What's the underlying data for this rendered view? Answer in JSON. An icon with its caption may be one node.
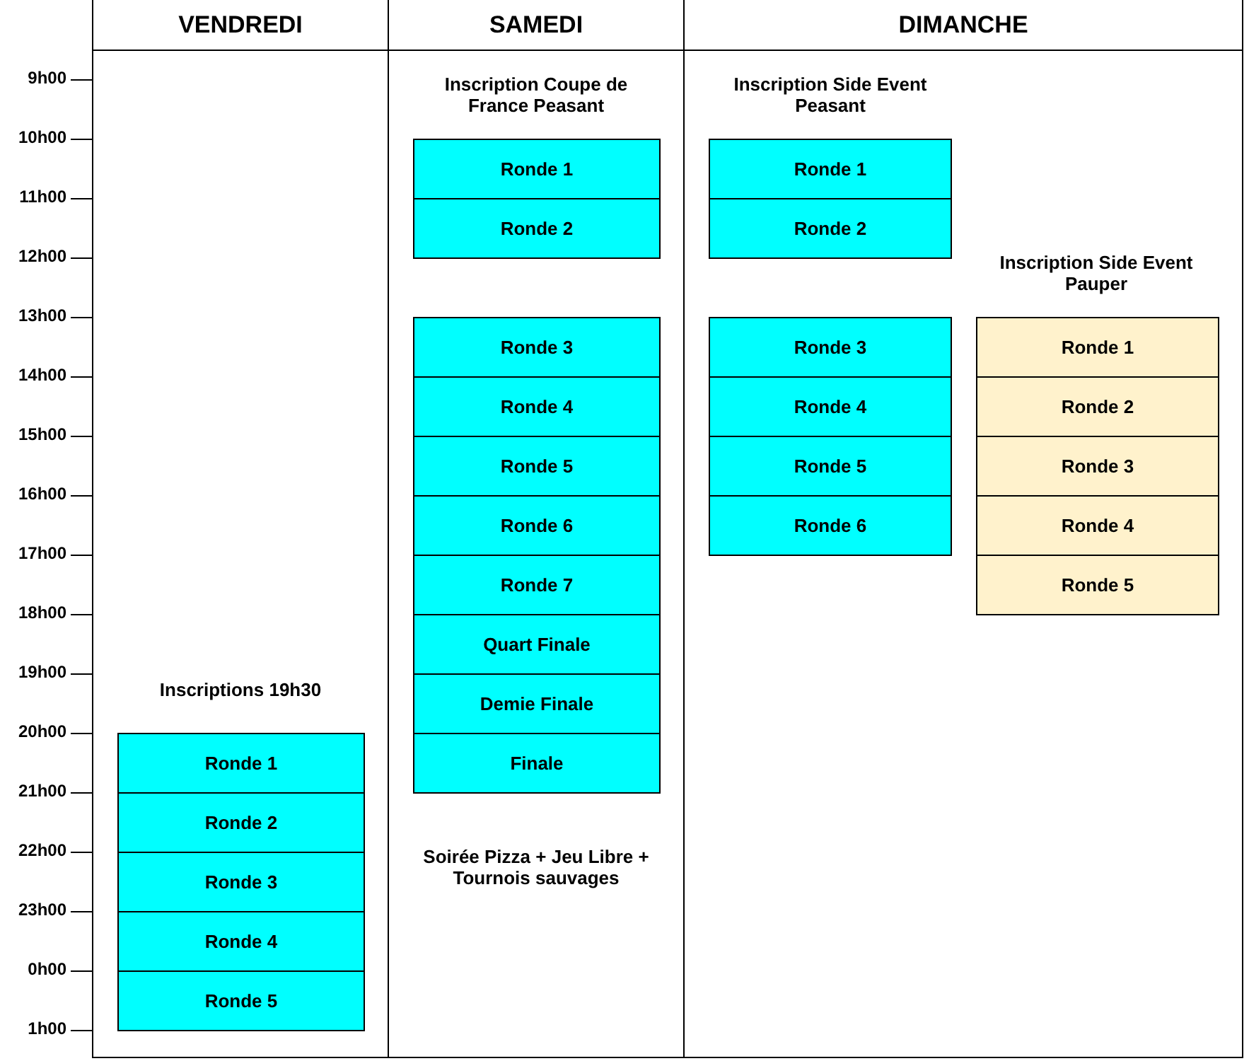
{
  "diagram": {
    "nodes": [
      {
        "text": [
          "VENDREDI"
        ]
      },
      {
        "text": [
          "SAMEDI"
        ]
      },
      {
        "text": [
          "DIMANCHE"
        ]
      },
      {
        "text": [
          "Ronde 1"
        ],
        "in": 0
      },
      {
        "text": [
          "Ronde 2"
        ],
        "in": 0
      },
      {
        "text": [
          "Ronde 3"
        ],
        "in": 0
      },
      {
        "text": [
          "Ronde 4"
        ],
        "in": 0
      },
      {
        "text": [
          "Ronde 5"
        ],
        "in": 0
      },
      {
        "text": [
          "Ronde 1"
        ],
        "in": 1
      },
      {
        "text": [
          "Ronde 2"
        ],
        "in": 1
      },
      {
        "text": [
          "Ronde 3"
        ],
        "in": 1
      },
      {
        "text": [
          "Ronde 4"
        ],
        "in": 1
      },
      {
        "text": [
          "Ronde 5"
        ],
        "in": 1
      },
      {
        "text": [
          "Ronde 6"
        ],
        "in": 1
      },
      {
        "text": [
          "Ronde 7"
        ],
        "in": 1
      },
      {
        "text": [
          "Quart Finale"
        ],
        "in": 1
      },
      {
        "text": [
          "Demie Finale"
        ],
        "in": 1
      },
      {
        "text": [
          "Finale"
        ],
        "in": 1
      },
      {
        "text": [
          "Ronde 1"
        ],
        "in": 2
      },
      {
        "text": [
          "Ronde 2"
        ],
        "in": 2
      },
      {
        "text": [
          "Ronde 3"
        ],
        "in": 2
      },
      {
        "text": [
          "Ronde 4"
        ],
        "in": 2
      },
      {
        "text": [
          "Ronde 5"
        ],
        "in": 2
      },
      {
        "text": [
          "Ronde 6"
        ],
        "in": 2
      },
      {
        "text": [
          "Ronde 1"
        ],
        "in": 2
      },
      {
        "text": [
          "Ronde 2"
        ],
        "in": 2
      },
      {
        "text": [
          "Ronde 3"
        ],
        "in": 2
      },
      {
        "text": [
          "Ronde 4"
        ],
        "in": 2
      },
      {
        "text": [
          "Ronde 5"
        ],
        "in": 2
      }
    ],
    "labels": [
      "9h00",
      "10h00",
      "11h00",
      "12h00",
      "13h00",
      "14h00",
      "15h00",
      "16h00",
      "17h00",
      "18h00",
      "19h00",
      "20h00",
      "21h00",
      "22h00",
      "23h00",
      "0h00",
      "1h00",
      "Inscription Coupe de France Peasant",
      "Inscription Side Event Peasant",
      "Inscription Side Event Pauper",
      "Inscriptions 19h30",
      "Soirée Pizza + Jeu Libre + Tournois sauvages"
    ]
  }
}
